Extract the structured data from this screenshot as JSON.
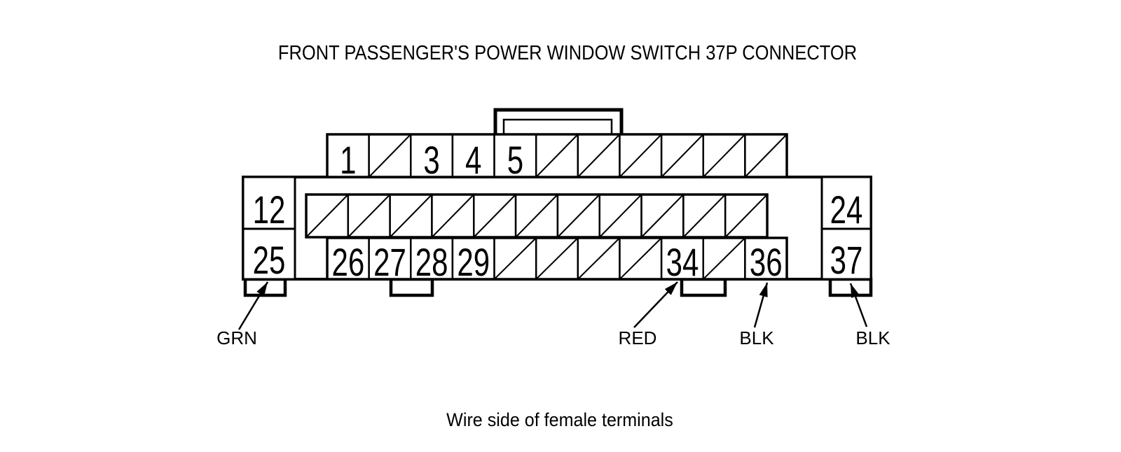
{
  "title": "FRONT PASSENGER'S POWER WINDOW SWITCH 37P CONNECTOR",
  "caption": "Wire side of female terminals",
  "connector": {
    "name": "37P connector",
    "side_pins": [
      {
        "label": "12",
        "position": "left-upper"
      },
      {
        "label": "25",
        "position": "left-lower"
      },
      {
        "label": "24",
        "position": "right-upper"
      },
      {
        "label": "37",
        "position": "right-lower"
      }
    ],
    "rows": [
      {
        "name": "top-row",
        "cells": [
          {
            "label": "1"
          },
          {
            "hatched": true
          },
          {
            "label": "3"
          },
          {
            "label": "4"
          },
          {
            "label": "5"
          },
          {
            "hatched": true
          },
          {
            "hatched": true
          },
          {
            "hatched": true
          },
          {
            "hatched": true
          },
          {
            "hatched": true
          },
          {
            "hatched": true
          }
        ]
      },
      {
        "name": "middle-row",
        "cells": [
          {
            "hatched": true
          },
          {
            "hatched": true
          },
          {
            "hatched": true
          },
          {
            "hatched": true
          },
          {
            "hatched": true
          },
          {
            "hatched": true
          },
          {
            "hatched": true
          },
          {
            "hatched": true
          },
          {
            "hatched": true
          },
          {
            "hatched": true
          },
          {
            "hatched": true
          }
        ]
      },
      {
        "name": "bottom-row",
        "cells": [
          {
            "label": "26"
          },
          {
            "label": "27"
          },
          {
            "label": "28"
          },
          {
            "label": "29"
          },
          {
            "hatched": true
          },
          {
            "hatched": true
          },
          {
            "hatched": true
          },
          {
            "hatched": true
          },
          {
            "label": "34"
          },
          {
            "hatched": true
          },
          {
            "label": "36"
          }
        ]
      }
    ]
  },
  "wire_labels": [
    {
      "text": "GRN",
      "points_to_pin": "25"
    },
    {
      "text": "RED",
      "points_to_pin": "34"
    },
    {
      "text": "BLK",
      "points_to_pin": "36"
    },
    {
      "text": "BLK",
      "points_to_pin": "37"
    }
  ],
  "colors": {
    "line": "#000000",
    "background": "#ffffff"
  }
}
